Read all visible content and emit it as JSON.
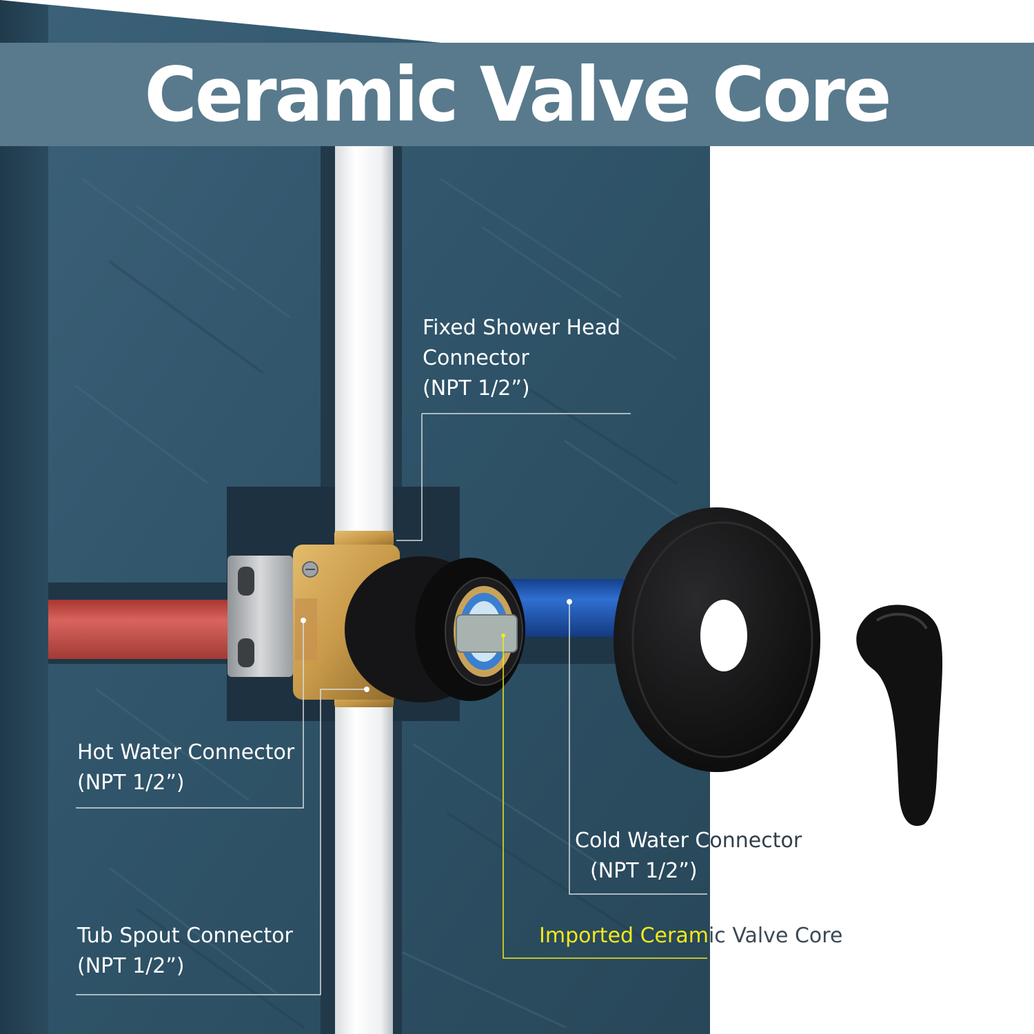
{
  "title": "Ceramic Valve Core",
  "labels": {
    "shower_head": {
      "line1": "Fixed Shower Head",
      "line2": "Connector",
      "line3": "(NPT 1/2”)"
    },
    "hot_water": {
      "line1": "Hot Water Connector",
      "line2": "(NPT 1/2”)"
    },
    "tub_spout": {
      "line1": "Tub Spout Connector",
      "line2": "(NPT 1/2”)"
    },
    "cold_water": {
      "line1a": "Cold Water C",
      "line1b": "onnector",
      "line2": "(NPT 1/2”)"
    },
    "valve_core": {
      "part1": "Imported Ceram",
      "part2": "ic Valve Core"
    }
  },
  "colors": {
    "wall": "#2f5166",
    "title_band": "#587a8c",
    "hot_pipe": "#c64a45",
    "cold_pipe": "#1e54b0",
    "brass": "#c89a4a",
    "highlight": "#f3ea19"
  },
  "icons": [
    "shower-valve-body",
    "trim-plate",
    "lever-handle"
  ]
}
